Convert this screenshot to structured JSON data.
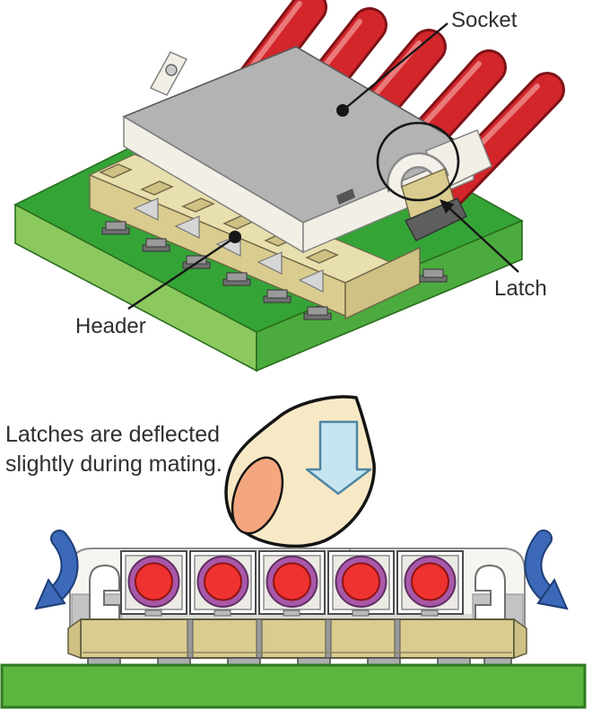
{
  "top_diagram": {
    "socket_label": "Socket",
    "latch_label": "Latch",
    "header_label": "Header"
  },
  "bottom_diagram": {
    "caption_line1": "Latches are deflected",
    "caption_line2": "slightly during mating."
  },
  "colors": {
    "pcb_top": "#35a437",
    "pcb_side_light": "#8bc95f",
    "pcb_side_mid": "#4cab3e",
    "pcb_bar": "#5cb53e",
    "header_tan": "#d9cc8e",
    "header_tan_dark": "#cfc183",
    "header_tan_light": "#e8dfae",
    "socket_gray": "#b3b3b3",
    "socket_white": "#f2efe7",
    "wire_red": "#d2262b",
    "wire_dark": "#7e1216",
    "wire_highlight": "#ef8a8a",
    "contact_purple": "#a958a9",
    "contact_red": "#ee3230",
    "housing_white": "#f6f5f0",
    "metal_gray": "#c4c4c4",
    "deflect_arrow_blue": "#3c69b8",
    "press_arrow_blue": "#c6e5f0",
    "finger_skin": "#f8e9c6",
    "finger_nail": "#f4a77e",
    "text_color": "#2e2e33"
  }
}
